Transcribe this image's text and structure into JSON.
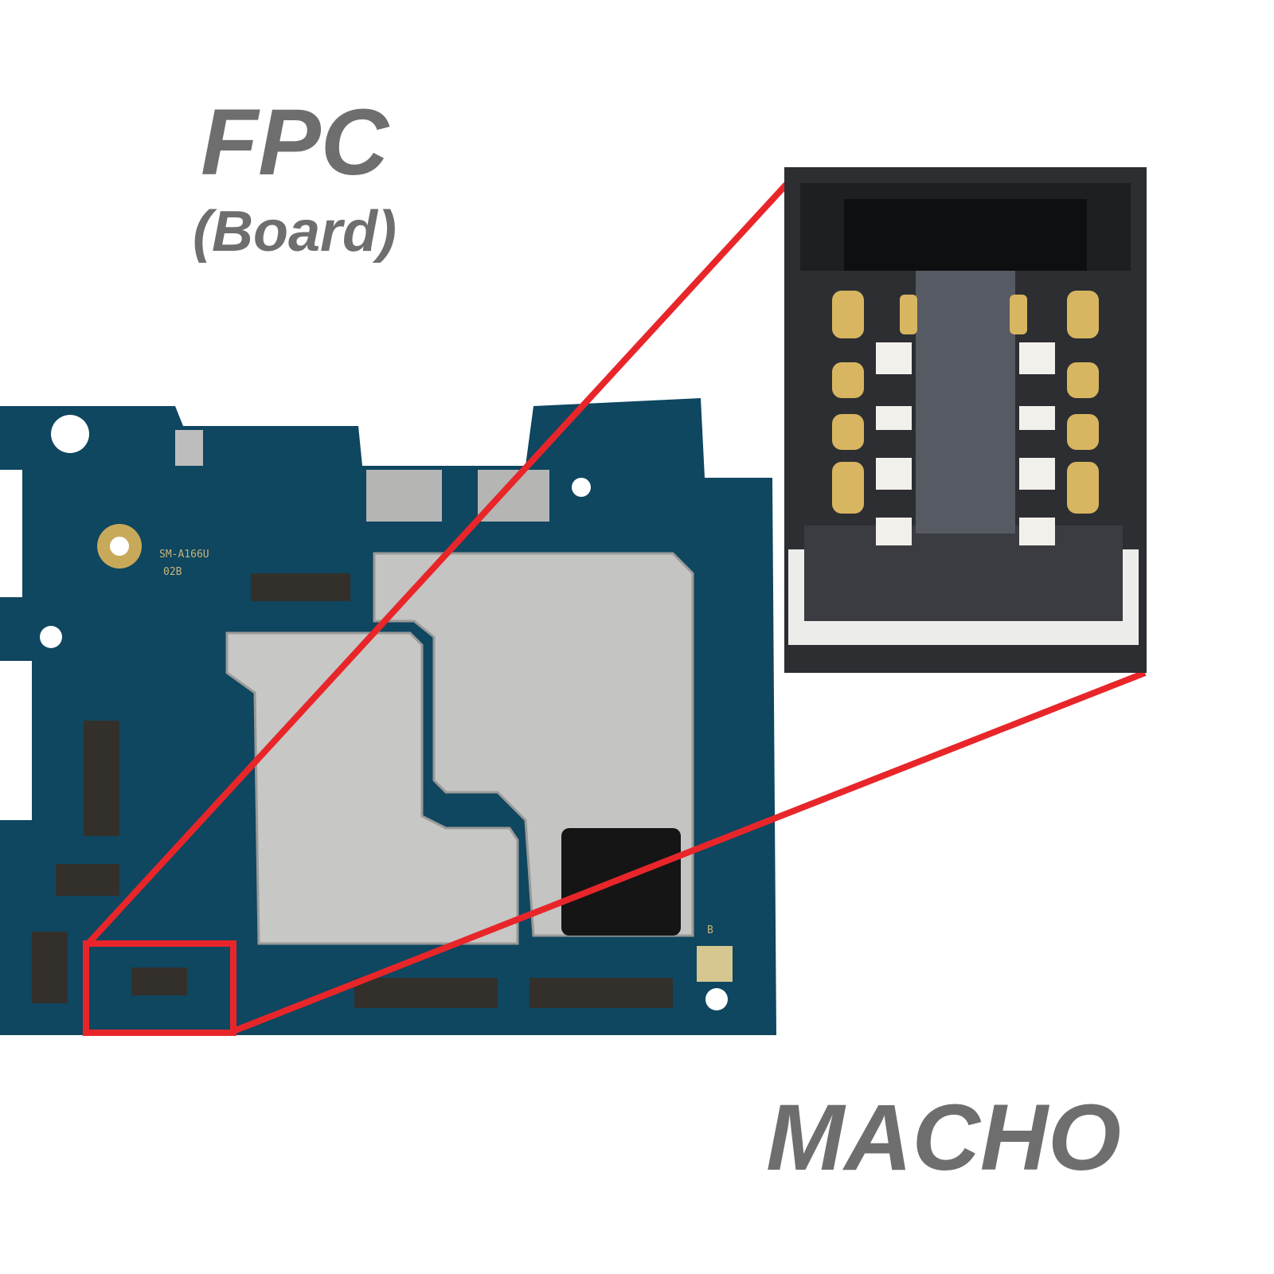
{
  "heading": {
    "title": "FPC",
    "subtitle": "(Board)"
  },
  "label": {
    "gender": "MACHO"
  },
  "board": {
    "model": "SM-A166U",
    "revision": "02B",
    "mark": "B"
  },
  "colors": {
    "pcb": "#0f4660",
    "highlight": "#e8262a",
    "text": "#6e6e6e",
    "shield": "#c4c4c2",
    "connector": "#3a3d42",
    "pin": "#d8b560"
  }
}
